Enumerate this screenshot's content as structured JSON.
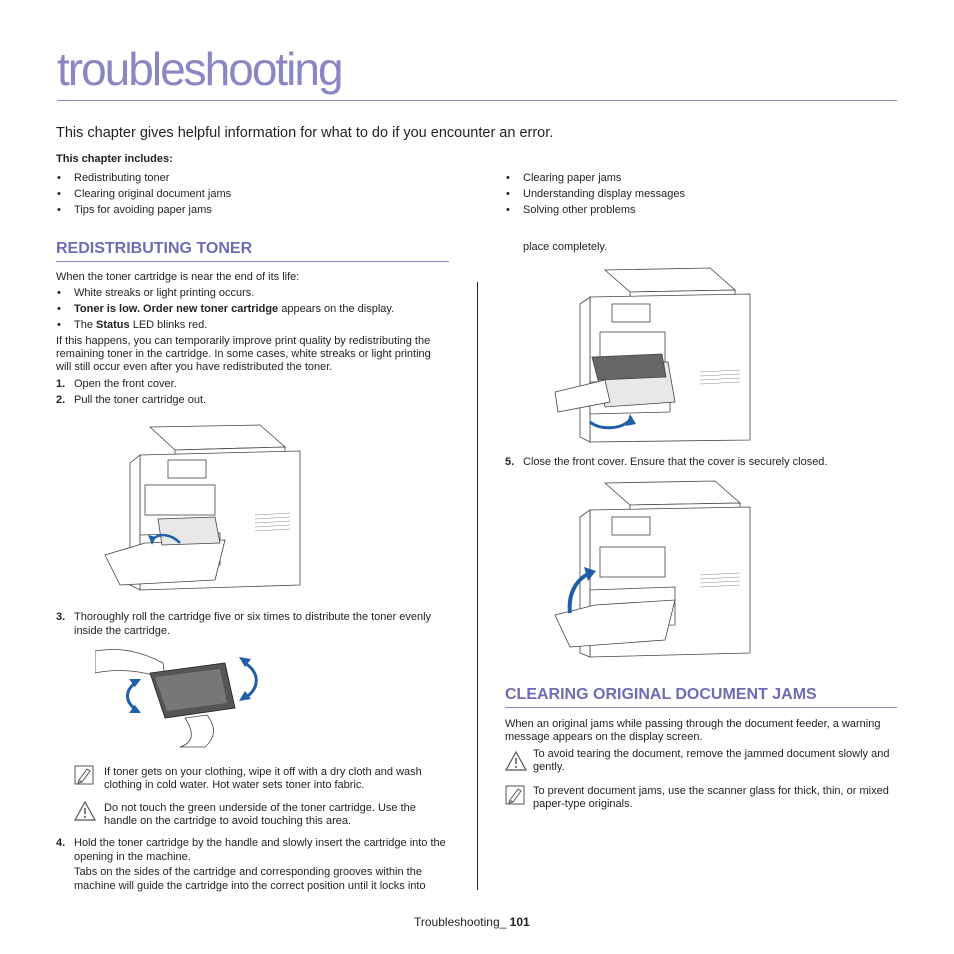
{
  "page": {
    "title": "troubleshooting",
    "intro": "This chapter gives helpful information for what to do if you encounter an error.",
    "includes_label": "This chapter includes:",
    "toc_left": [
      "Redistributing toner",
      "Clearing original document jams",
      "Tips for avoiding paper jams"
    ],
    "toc_right": [
      "Clearing paper jams",
      "Understanding display messages",
      "Solving other problems"
    ],
    "footer_text": "Troubleshooting_",
    "footer_page": "101"
  },
  "toner": {
    "heading": "REDISTRIBUTING TONER",
    "lead": "When the toner cartridge is near the end of its life:",
    "b1": "White streaks or light printing occurs.",
    "b2_bold": "Toner is low. Order new toner cartridge",
    "b2_rest": " appears on the display.",
    "b3_pre": "The ",
    "b3_bold": "Status",
    "b3_post": " LED blinks red.",
    "para": "If this happens, you can temporarily improve print quality by redistributing the remaining toner in the cartridge. In some cases, white streaks or light printing will still occur even after you have redistributed the toner.",
    "s1_num": "1.",
    "s1": "Open the front cover.",
    "s2_num": "2.",
    "s2": "Pull the toner cartridge out.",
    "s3_num": "3.",
    "s3": "Thoroughly roll the cartridge five or six times to distribute the toner evenly inside the cartridge.",
    "note": "If toner gets on your clothing, wipe it off with a dry cloth and wash clothing in cold water. Hot water sets toner into fabric.",
    "caution": "Do not touch the green underside of the toner cartridge. Use the handle on the cartridge to avoid touching this area.",
    "s4_num": "4.",
    "s4": "Hold the toner cartridge by the handle and slowly insert the cartridge into the opening in the machine.",
    "s4_cont": "Tabs on the sides of the cartridge and corresponding grooves within the machine will guide the cartridge into the correct position until it locks into",
    "s4_cont2": "place completely.",
    "s5_num": "5.",
    "s5": "Close the front cover. Ensure that the cover is securely closed."
  },
  "doc_jams": {
    "heading": "CLEARING ORIGINAL DOCUMENT JAMS",
    "para": "When an original jams while passing through the document feeder, a warning message appears on the display screen.",
    "caution": "To avoid tearing the document, remove the jammed document slowly and gently.",
    "note": "To prevent document jams, use the scanner glass for thick, thin, or mixed paper-type originals."
  },
  "colors": {
    "accent": "#6e6cb5",
    "title": "#8a87c4",
    "arrow": "#1f5fa8"
  },
  "icons": {
    "note": "note-pencil-icon",
    "caution": "warning-triangle-icon"
  }
}
